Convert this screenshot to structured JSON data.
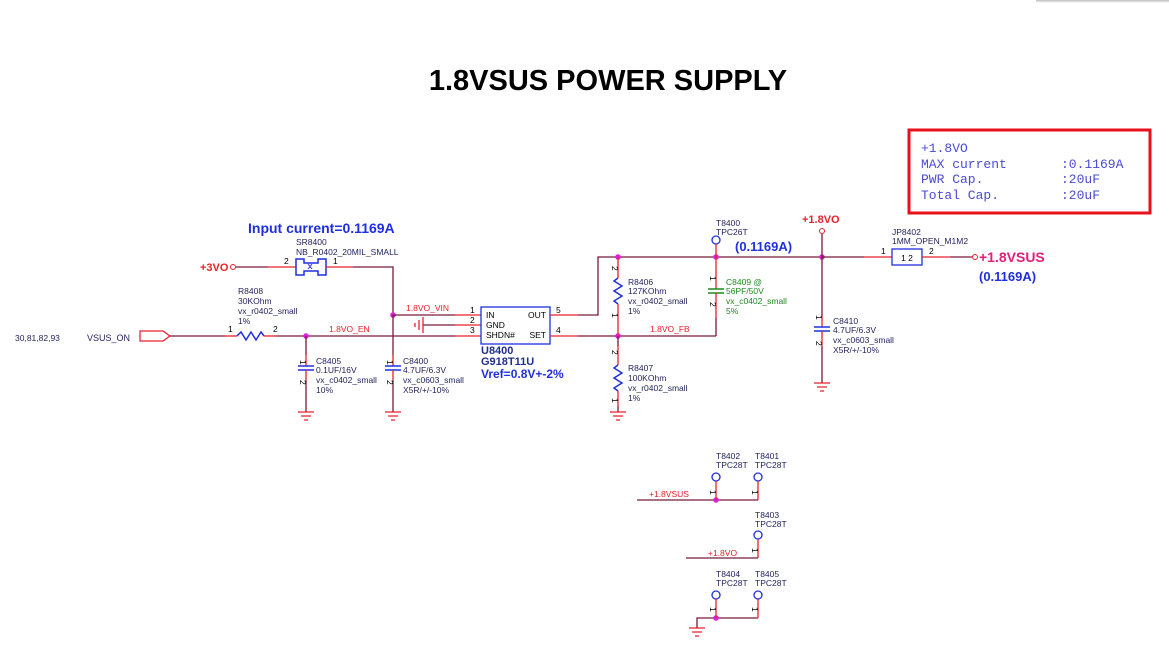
{
  "title": "1.8VSUS POWER SUPPLY",
  "info_box": {
    "rail": "+1.8VO",
    "rows": [
      {
        "label": "MAX current",
        "value": ":0.1169A"
      },
      {
        "label": "PWR Cap.",
        "value": ":20uF"
      },
      {
        "label": "Total Cap.",
        "value": ":20uF"
      }
    ],
    "border_color": "#e8101a"
  },
  "annotations": {
    "input_current": "Input current=0.1169A",
    "output_current_tp": "(0.1169A)",
    "output_current_rail": "(0.1169A)",
    "vref": "Vref=0.8V+-2%"
  },
  "offpage": {
    "refs": "30,81,82,93",
    "name": "VSUS_ON"
  },
  "rails": {
    "in": "+3VO",
    "out_vo": "+1.8VO",
    "out_vsus": "+1.8VSUS"
  },
  "nets": {
    "vin": "1.8VO_VIN",
    "en": "1.8VO_EN",
    "fb": "1.8VO_FB",
    "bottom_vsus": "+1.8VSUS",
    "bottom_vo": "+1.8VO"
  },
  "components": {
    "sr8400": {
      "ref": "SR8400",
      "value": "NB_R0402_20MIL_SMALL",
      "pin_a": "2",
      "pin_b": "1"
    },
    "r8408": {
      "ref": "R8408",
      "value": "30KOhm",
      "footprint": "vx_r0402_small",
      "tol": "1%",
      "pin_a": "1",
      "pin_b": "2"
    },
    "c8405": {
      "ref": "C8405",
      "value": "0.1UF/16V",
      "footprint": "vx_c0402_small",
      "tol": "10%",
      "pin_a": "1",
      "pin_b": "2"
    },
    "c8400": {
      "ref": "C8400",
      "value": "4.7UF/6.3V",
      "footprint": "vx_c0603_small",
      "tol": "X5R/+/-10%",
      "pin_a": "1",
      "pin_b": "2"
    },
    "u8400": {
      "ref": "U8400",
      "part": "G918T11U",
      "pins": [
        {
          "num": "1",
          "name": "IN"
        },
        {
          "num": "2",
          "name": "GND"
        },
        {
          "num": "3",
          "name": "SHDN#"
        },
        {
          "num": "5",
          "name": "OUT"
        },
        {
          "num": "4",
          "name": "SET"
        }
      ]
    },
    "r8406": {
      "ref": "R8406",
      "value": "127KOhm",
      "footprint": "vx_r0402_small",
      "tol": "1%",
      "pin_a": "2",
      "pin_b": "1"
    },
    "r8407": {
      "ref": "R8407",
      "value": "100KOhm",
      "footprint": "vx_r0402_small",
      "tol": "1%",
      "pin_a": "2",
      "pin_b": "1"
    },
    "c8409": {
      "ref": "C8409 @",
      "value": "56PF/50V",
      "footprint": "vx_c0402_small",
      "tol": "5%",
      "pin_a": "1",
      "pin_b": "2"
    },
    "t8400": {
      "ref": "T8400",
      "value": "TPC26T",
      "pin": "1"
    },
    "c8410": {
      "ref": "C8410",
      "value": "4.7UF/6.3V",
      "footprint": "vx_c0603_small",
      "tol": "X5R/+/-10%",
      "pin_a": "1",
      "pin_b": "2"
    },
    "jp8402": {
      "ref": "JP8402",
      "value": "1MM_OPEN_M1M2",
      "pin_a": "1",
      "pin_b": "2",
      "body": "1 2"
    },
    "t8402": {
      "ref": "T8402",
      "value": "TPC28T",
      "pin": "1"
    },
    "t8401": {
      "ref": "T8401",
      "value": "TPC28T",
      "pin": "1"
    },
    "t8403": {
      "ref": "T8403",
      "value": "TPC28T",
      "pin": "1"
    },
    "t8404": {
      "ref": "T8404",
      "value": "TPC28T",
      "pin": "1"
    },
    "t8405": {
      "ref": "T8405",
      "value": "TPC28T",
      "pin": "1"
    }
  }
}
